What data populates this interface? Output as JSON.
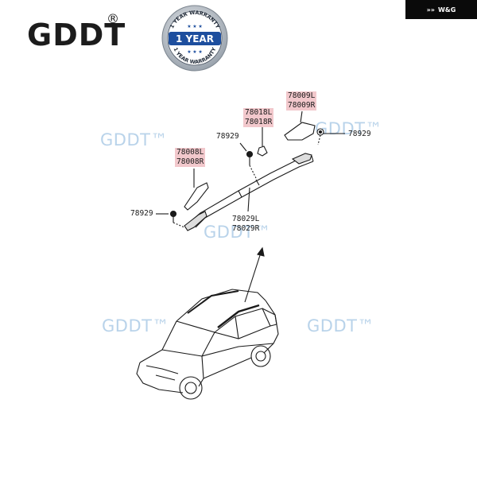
{
  "header": {
    "brand": "GDDT",
    "registered_mark": "®",
    "corner_tag": "W&G",
    "warranty_badge": {
      "arc_top": "1 YEAR WARRANTY",
      "center": "1 YEAR",
      "arc_bottom": "1 YEAR WARRANTY"
    }
  },
  "watermarks": [
    "GDDT™",
    "GDDT™",
    "GDDT™",
    "GDDT™",
    "GDDT™"
  ],
  "parts": {
    "p78009": [
      "78009L",
      "78009R"
    ],
    "p78018": [
      "78018L",
      "78018R"
    ],
    "p78008": [
      "78008L",
      "78008R"
    ],
    "p78029": [
      "78029L",
      "78029R"
    ],
    "clip_top_left": "78929",
    "clip_right": "78929",
    "clip_bottom_left": "78929"
  },
  "colors": {
    "highlight": "#f2c8cc",
    "watermark": "#b9d3ea",
    "ink": "#1a1a1a"
  }
}
